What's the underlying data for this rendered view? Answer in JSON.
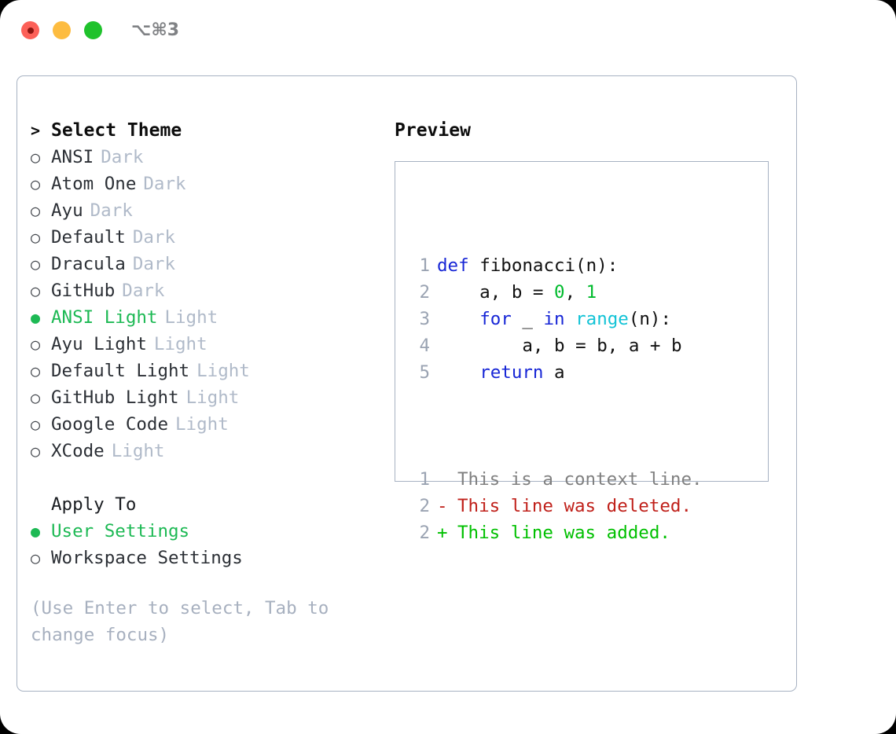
{
  "titlebar": {
    "shortcut": "⌥⌘3",
    "buttons": [
      {
        "name": "close",
        "color": "#fc6058"
      },
      {
        "name": "minimize",
        "color": "#fdbc40"
      },
      {
        "name": "maximize",
        "color": "#1fc22c"
      }
    ]
  },
  "theme_panel": {
    "heading_marker": ">",
    "heading": "Select Theme",
    "items": [
      {
        "marker": "○",
        "label": "ANSI",
        "tag": "Dark",
        "selected": false
      },
      {
        "marker": "○",
        "label": "Atom One",
        "tag": "Dark",
        "selected": false
      },
      {
        "marker": "○",
        "label": "Ayu",
        "tag": "Dark",
        "selected": false
      },
      {
        "marker": "○",
        "label": "Default",
        "tag": "Dark",
        "selected": false
      },
      {
        "marker": "○",
        "label": "Dracula",
        "tag": "Dark",
        "selected": false
      },
      {
        "marker": "○",
        "label": "GitHub",
        "tag": "Dark",
        "selected": false
      },
      {
        "marker": "●",
        "label": "ANSI Light",
        "tag": "Light",
        "selected": true
      },
      {
        "marker": "○",
        "label": "Ayu Light",
        "tag": "Light",
        "selected": false
      },
      {
        "marker": "○",
        "label": "Default Light",
        "tag": "Light",
        "selected": false
      },
      {
        "marker": "○",
        "label": "GitHub Light",
        "tag": "Light",
        "selected": false
      },
      {
        "marker": "○",
        "label": "Google Code",
        "tag": "Light",
        "selected": false
      },
      {
        "marker": "○",
        "label": "XCode",
        "tag": "Light",
        "selected": false
      }
    ]
  },
  "apply_to": {
    "heading": "Apply To",
    "options": [
      {
        "marker": "●",
        "label": "User Settings",
        "selected": true
      },
      {
        "marker": "○",
        "label": "Workspace Settings",
        "selected": false
      }
    ]
  },
  "hint": "(Use Enter to select, Tab to change focus)",
  "preview": {
    "title": "Preview",
    "code": {
      "lines": [
        {
          "no": "1",
          "tokens": [
            {
              "t": "def ",
              "c": "tok-kw"
            },
            {
              "t": "fibonacci(n):",
              "c": "tok-plain"
            }
          ]
        },
        {
          "no": "2",
          "tokens": [
            {
              "t": "    a, b = ",
              "c": "tok-plain"
            },
            {
              "t": "0",
              "c": "tok-num"
            },
            {
              "t": ", ",
              "c": "tok-plain"
            },
            {
              "t": "1",
              "c": "tok-num"
            }
          ]
        },
        {
          "no": "3",
          "tokens": [
            {
              "t": "    ",
              "c": "tok-plain"
            },
            {
              "t": "for",
              "c": "tok-kw"
            },
            {
              "t": " _ ",
              "c": "tok-plain"
            },
            {
              "t": "in",
              "c": "tok-kw"
            },
            {
              "t": " ",
              "c": "tok-plain"
            },
            {
              "t": "range",
              "c": "tok-fn"
            },
            {
              "t": "(n):",
              "c": "tok-plain"
            }
          ]
        },
        {
          "no": "4",
          "tokens": [
            {
              "t": "        a, b = b, a + b",
              "c": "tok-plain"
            }
          ]
        },
        {
          "no": "5",
          "tokens": [
            {
              "t": "    ",
              "c": "tok-plain"
            },
            {
              "t": "return",
              "c": "tok-kw"
            },
            {
              "t": " a",
              "c": "tok-plain"
            }
          ]
        }
      ]
    },
    "diff": {
      "lines": [
        {
          "no": "1",
          "sign": " ",
          "text": "This is a context line.",
          "kind": "diff-context"
        },
        {
          "no": "2",
          "sign": "-",
          "text": "This line was deleted.",
          "kind": "diff-del"
        },
        {
          "no": "2",
          "sign": "+",
          "text": "This line was added.",
          "kind": "diff-add"
        }
      ]
    }
  },
  "colors": {
    "accent_green": "#1db954",
    "diff_add_green": "#00c000",
    "diff_del_red": "#c0201a",
    "keyword_blue": "#1726d6",
    "function_cyan": "#12c3d6",
    "number_green": "#00bb2d",
    "muted_tag": "#b0bac9",
    "border": "#a7b2c2"
  }
}
